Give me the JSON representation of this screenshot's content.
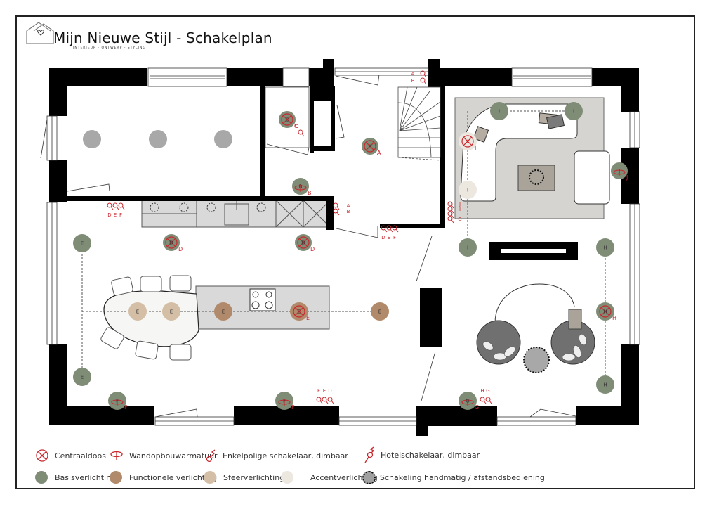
{
  "header": {
    "brand": "Mijn Nieuwe Stijl",
    "separator": "-",
    "title": "Schakelplan",
    "full_title": "Mijn Nieuwe Stijl - Schakelplan",
    "tagline": "INTERIEUR - ONTWERP - STYLING"
  },
  "colors": {
    "basis": "#7f8c76",
    "functioneel": "#b08a6a",
    "sfeer": "#d4bfa6",
    "accent": "#ece8e0",
    "symbol_red": "#c8282e",
    "existing_light": "#a8a8a8",
    "wall": "#000000",
    "rug": "#d6d4d0",
    "kitchen": "#d9d9d9"
  },
  "legend": {
    "row1": [
      {
        "icon": "junction-box-icon",
        "label": "Centraaldoos"
      },
      {
        "icon": "wall-fixture-icon",
        "label": "Wandopbouwarmatuur"
      },
      {
        "icon": "single-pole-switch-icon",
        "label": "Enkelpolige schakelaar, dimbaar"
      },
      {
        "icon": "hotel-switch-icon",
        "label": "Hotelschakelaar, dimbaar"
      }
    ],
    "row2": [
      {
        "icon": "basis-light-dot",
        "label": "Basisverlichting"
      },
      {
        "icon": "functional-light-dot",
        "label": "Functionele verlichting"
      },
      {
        "icon": "ambient-light-dot",
        "label": "Sfeerverlichting"
      },
      {
        "icon": "accent-light-dot",
        "label": "Accentverlichting"
      },
      {
        "icon": "manual-remote-switch-dot",
        "label": "Schakeling handmatig  / afstandsbediening"
      }
    ]
  },
  "plan": {
    "lights": [
      {
        "type": "existing",
        "letter": ""
      },
      {
        "type": "existing",
        "letter": ""
      },
      {
        "type": "existing",
        "letter": ""
      },
      {
        "type": "basis",
        "letter": "C",
        "junction": true
      },
      {
        "type": "basis",
        "letter": "A",
        "junction": true
      },
      {
        "type": "basis",
        "letter": "B",
        "wall": true
      },
      {
        "type": "basis",
        "letter": "D",
        "junction": true
      },
      {
        "type": "basis",
        "letter": "D",
        "junction": true
      },
      {
        "type": "basis",
        "letter": "E"
      },
      {
        "type": "basis",
        "letter": "E"
      },
      {
        "type": "sfeer",
        "letter": "E"
      },
      {
        "type": "sfeer",
        "letter": "E"
      },
      {
        "type": "functioneel",
        "letter": "E"
      },
      {
        "type": "functioneel",
        "letter": "E",
        "junction": true
      },
      {
        "type": "functioneel",
        "letter": "E"
      },
      {
        "type": "basis",
        "letter": "F",
        "wall": true
      },
      {
        "type": "basis",
        "letter": "F",
        "wall": true
      },
      {
        "type": "basis",
        "letter": "I"
      },
      {
        "type": "basis",
        "letter": "I"
      },
      {
        "type": "accent",
        "letter": "I",
        "junction": true
      },
      {
        "type": "accent",
        "letter": "I"
      },
      {
        "type": "basis",
        "letter": "J",
        "wall": true
      },
      {
        "type": "basis",
        "letter": "I"
      },
      {
        "type": "basis",
        "letter": "H"
      },
      {
        "type": "basis",
        "letter": "H",
        "junction": true
      },
      {
        "type": "basis",
        "letter": "H"
      },
      {
        "type": "basis",
        "letter": "G",
        "wall": true
      }
    ],
    "switch_groups": [
      {
        "letters": [
          "D",
          "E",
          "F"
        ]
      },
      {
        "letters": [
          "A",
          "B"
        ]
      },
      {
        "letters": [
          "D",
          "E",
          "F"
        ]
      },
      {
        "letters": [
          "A",
          "B"
        ]
      },
      {
        "letters": [
          "J",
          "I",
          "H",
          "G"
        ]
      },
      {
        "letters": [
          "F",
          "E",
          "D"
        ]
      },
      {
        "letters": [
          "H",
          "G"
        ]
      },
      {
        "letters": [
          "C"
        ]
      }
    ]
  }
}
